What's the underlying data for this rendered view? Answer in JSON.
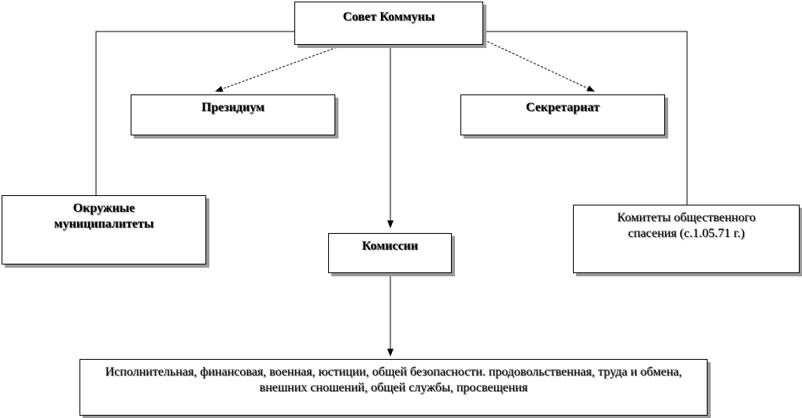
{
  "nodes": {
    "council": "Совет Коммуны",
    "presidium": "Президиум",
    "secretariat": "Секретариат",
    "municipalities": "Окружные муниципалитеты",
    "commissions": "Комиссии",
    "committees": "Комитеты общественного спасения (с.1.05.71 г.)",
    "commission_list": "Исполнительная, финансовая, военная, юстиции, общей безопасности. продовольственная, труда и обмена, внешних сношений, общей службы, просвещения"
  },
  "colors": {
    "line": "#000000",
    "shadow": "#9a9a9a"
  }
}
